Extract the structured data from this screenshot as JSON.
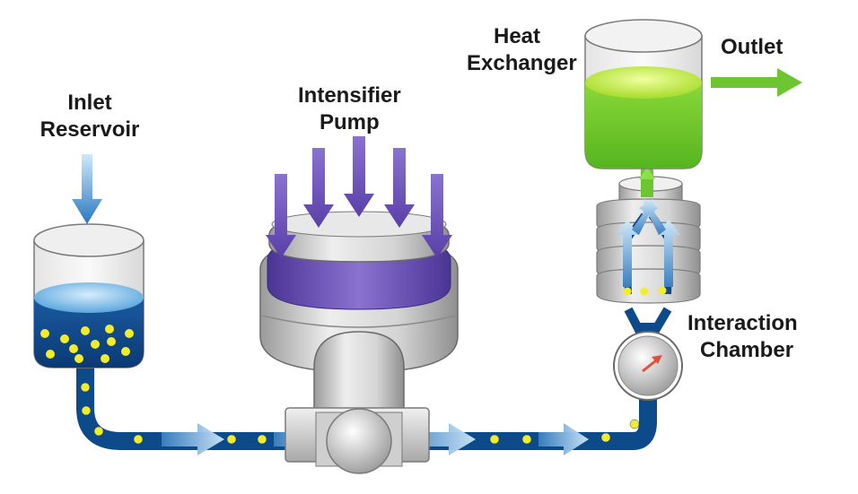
{
  "labels": {
    "inlet_reservoir": [
      "Inlet",
      "Reservoir"
    ],
    "intensifier_pump": [
      "Intensifier",
      "Pump"
    ],
    "heat_exchanger": [
      "Heat",
      "Exchanger"
    ],
    "outlet": "Outlet",
    "interaction_chamber": [
      "Interaction",
      "Chamber"
    ]
  },
  "colors": {
    "liquid_blue": "#0d4a8a",
    "liquid_light": "#6fb3e6",
    "particle_yellow": "#f2ec2a",
    "pump_purple": "#6a4fb0",
    "pump_gray": "#d0d0d0",
    "product_green": "#6cc531",
    "flow_arrow": "#9fd0ef",
    "pressure_arrow": "#e0503a"
  }
}
